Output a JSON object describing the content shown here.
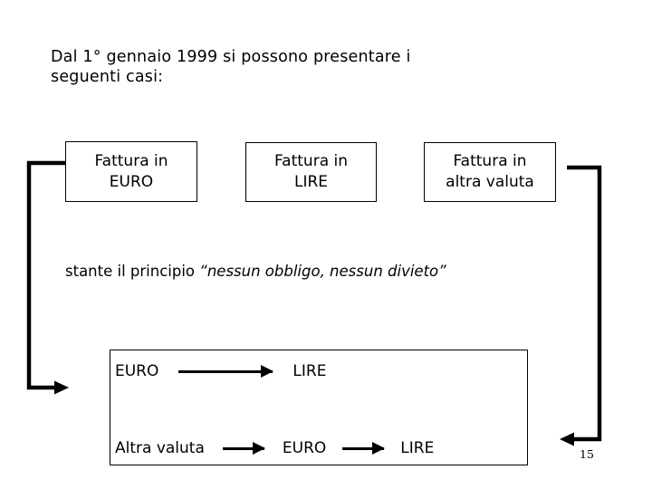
{
  "slide": {
    "page_number": "15",
    "background_color": "#ffffff",
    "ink_color": "#000000"
  },
  "heading": {
    "line1": "Dal 1° gennaio 1999 si possono presentare i",
    "line2": "seguenti casi:"
  },
  "cases": [
    {
      "name": "fattura-in-euro",
      "line1": "Fattura in",
      "line2": "EURO"
    },
    {
      "name": "fattura-in-lire",
      "line1": "Fattura in",
      "line2": "LIRE"
    },
    {
      "name": "fattura-in-altra-valuta",
      "line1": "Fattura in",
      "line2": "altra valuta"
    }
  ],
  "principle": {
    "lead": "stante il principio ",
    "quote": "“nessun obbligo, nessun divieto”"
  },
  "conversions": [
    {
      "name": "euro-to-lire",
      "from": "EURO",
      "to": "LIRE",
      "arrow": "long-right-arrow"
    },
    {
      "name": "altra-valuta-to-euro-to-lire",
      "from": "Altra valuta",
      "via": "EURO",
      "to": "LIRE",
      "arrow1": "short-right-arrow",
      "arrow2": "short-right-arrow"
    }
  ],
  "connectors": [
    {
      "name": "left-connector-bracket",
      "description": "from left edge of EURO box, left, down, then right with arrowhead into conversion area"
    },
    {
      "name": "right-connector-bracket",
      "description": "from right edge of altra valuta box, right, down, then left with arrowhead toward conversion box"
    }
  ]
}
